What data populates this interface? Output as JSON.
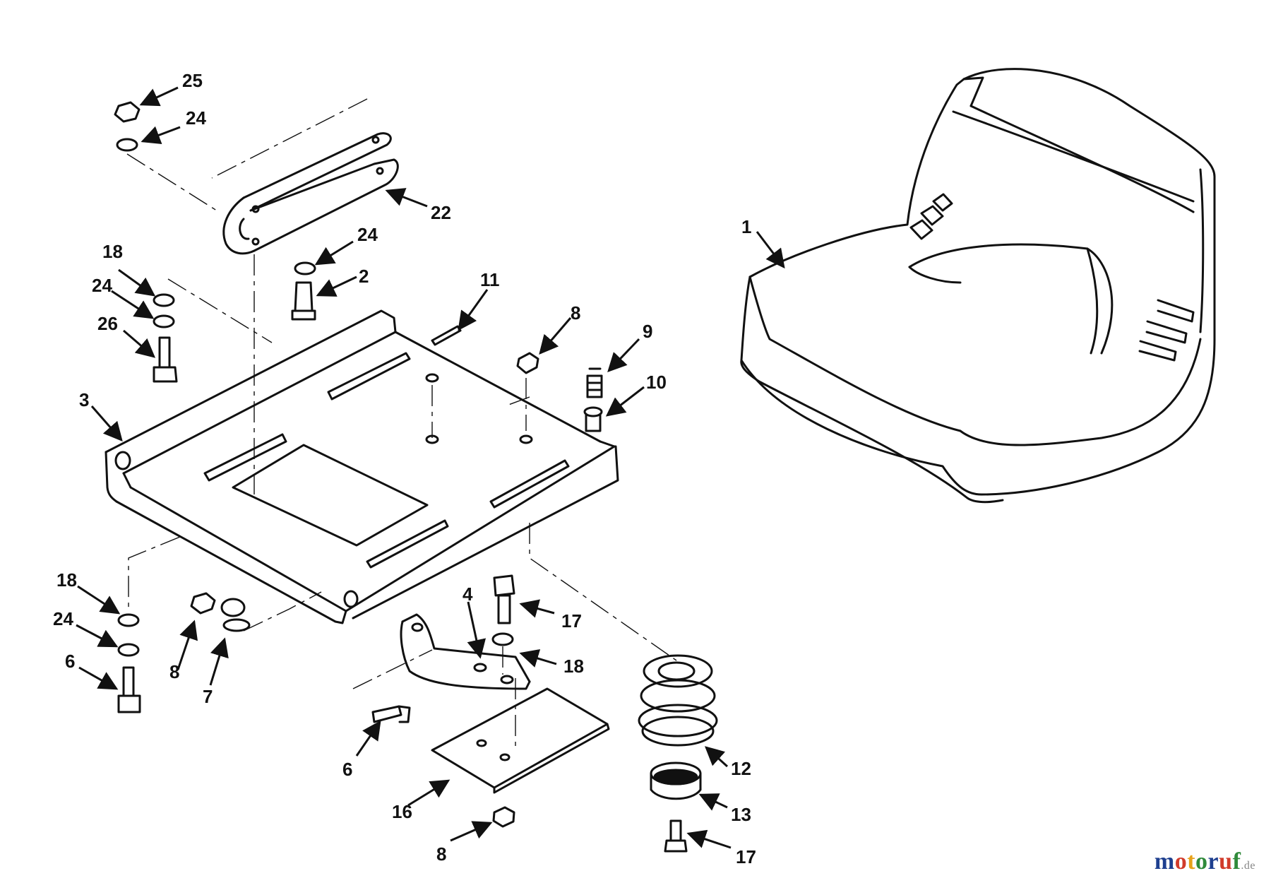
{
  "diagram": {
    "callouts": {
      "c1": "1",
      "c2": "2",
      "c3": "3",
      "c4": "4",
      "c6a": "6",
      "c6b": "6",
      "c7": "7",
      "c8a": "8",
      "c8b": "8",
      "c8c": "8",
      "c9": "9",
      "c10": "10",
      "c11": "11",
      "c12": "12",
      "c13": "13",
      "c16": "16",
      "c17a": "17",
      "c17b": "17",
      "c18a": "18",
      "c18b": "18",
      "c18c": "18",
      "c22": "22",
      "c24a": "24",
      "c24b": "24",
      "c24c": "24",
      "c24d": "24",
      "c25": "25",
      "c26": "26"
    },
    "line_color": "#111111"
  },
  "watermark": {
    "letters": [
      "m",
      "o",
      "t",
      "o",
      "r",
      "u",
      "f"
    ],
    "colors": [
      "#1e3f8f",
      "#d13b2b",
      "#e7a21a",
      "#2f8a3a",
      "#1e3f8f",
      "#d13b2b",
      "#2f8a3a"
    ],
    "suffix": ".de"
  }
}
